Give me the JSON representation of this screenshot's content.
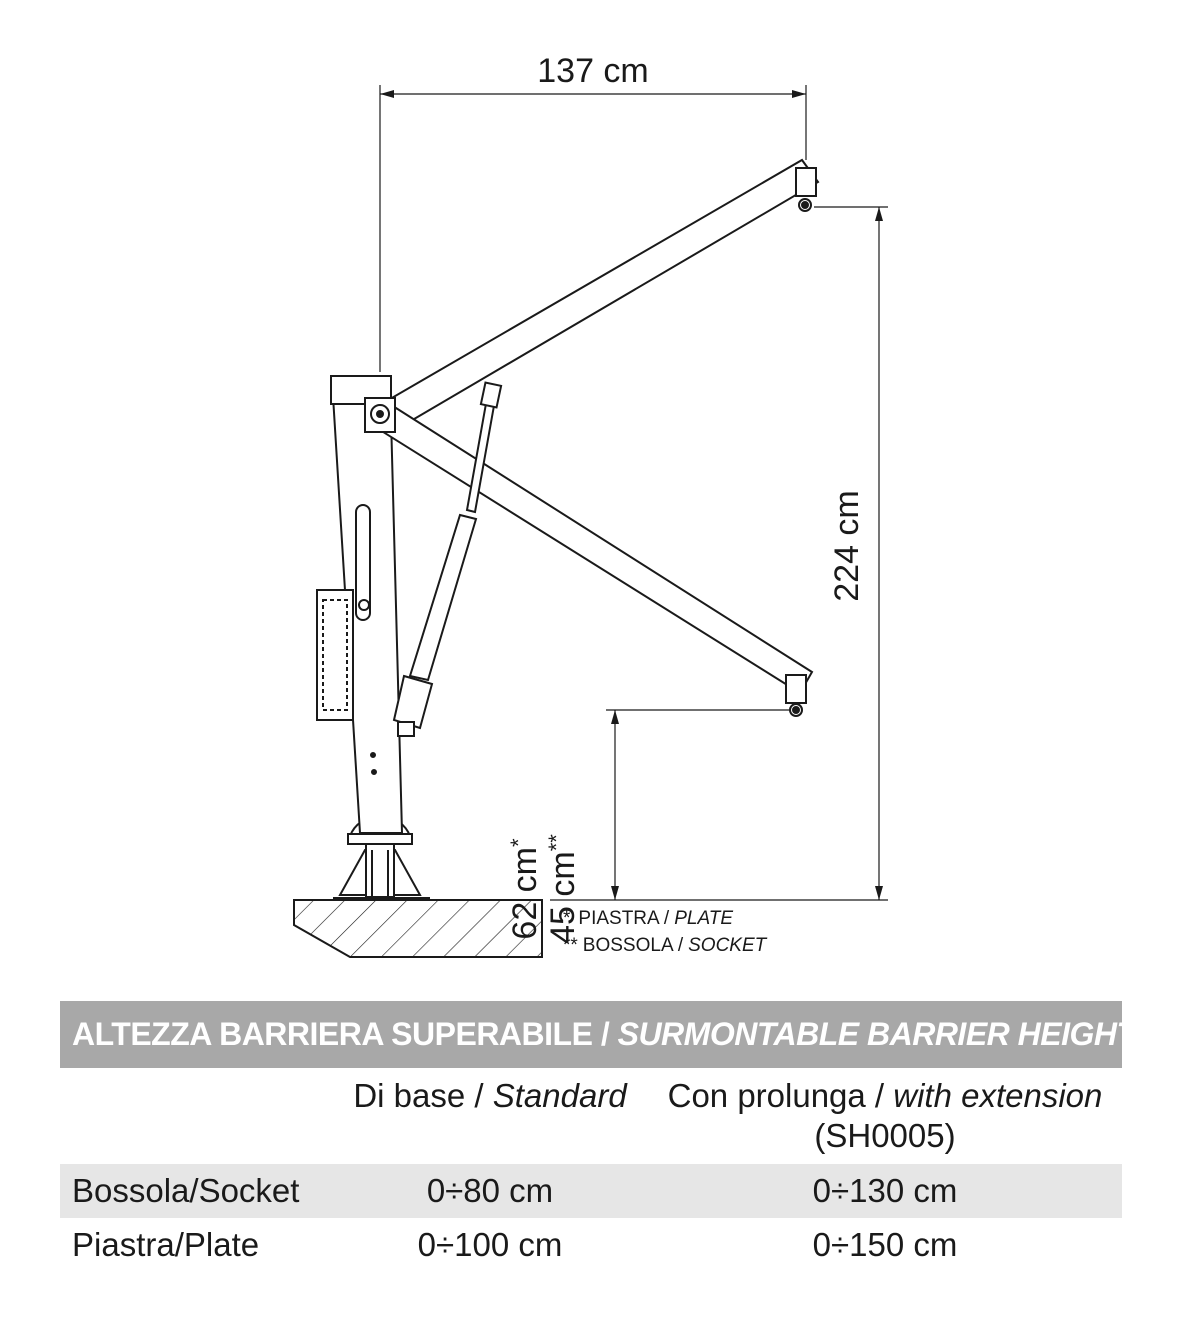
{
  "dimensions": {
    "reach": "137 cm",
    "max_hook_height": "224 cm",
    "min_hook_height_plate": "62 cm",
    "min_hook_height_plate_mark": "*",
    "min_hook_height_socket": "45 cm",
    "min_hook_height_socket_mark": "**"
  },
  "notes": [
    {
      "mark": "*",
      "label": "PIASTRA /",
      "label_it": "PLATE"
    },
    {
      "mark": "**",
      "label": "BOSSOLA /",
      "label_it": "SOCKET"
    }
  ],
  "table": {
    "title": "ALTEZZA BARRIERA SUPERABILE /",
    "title_it": "SURMONTABLE BARRIER HEIGHT",
    "columns": [
      {
        "label": "Di base /",
        "label_it": "Standard",
        "sub": ""
      },
      {
        "label": "Con prolunga /",
        "label_it": "with extension",
        "sub": "(SH0005)"
      }
    ],
    "rows": [
      {
        "label": "Bossola/Socket",
        "standard": "0÷80 cm",
        "extension": "0÷130 cm"
      },
      {
        "label": "Piastra/Plate",
        "standard": "0÷100 cm",
        "extension": "0÷150 cm"
      }
    ]
  },
  "colors": {
    "header_bg": "#a8a8a8",
    "row_shade": "#e6e6e6",
    "line": "#1a1a1a"
  }
}
